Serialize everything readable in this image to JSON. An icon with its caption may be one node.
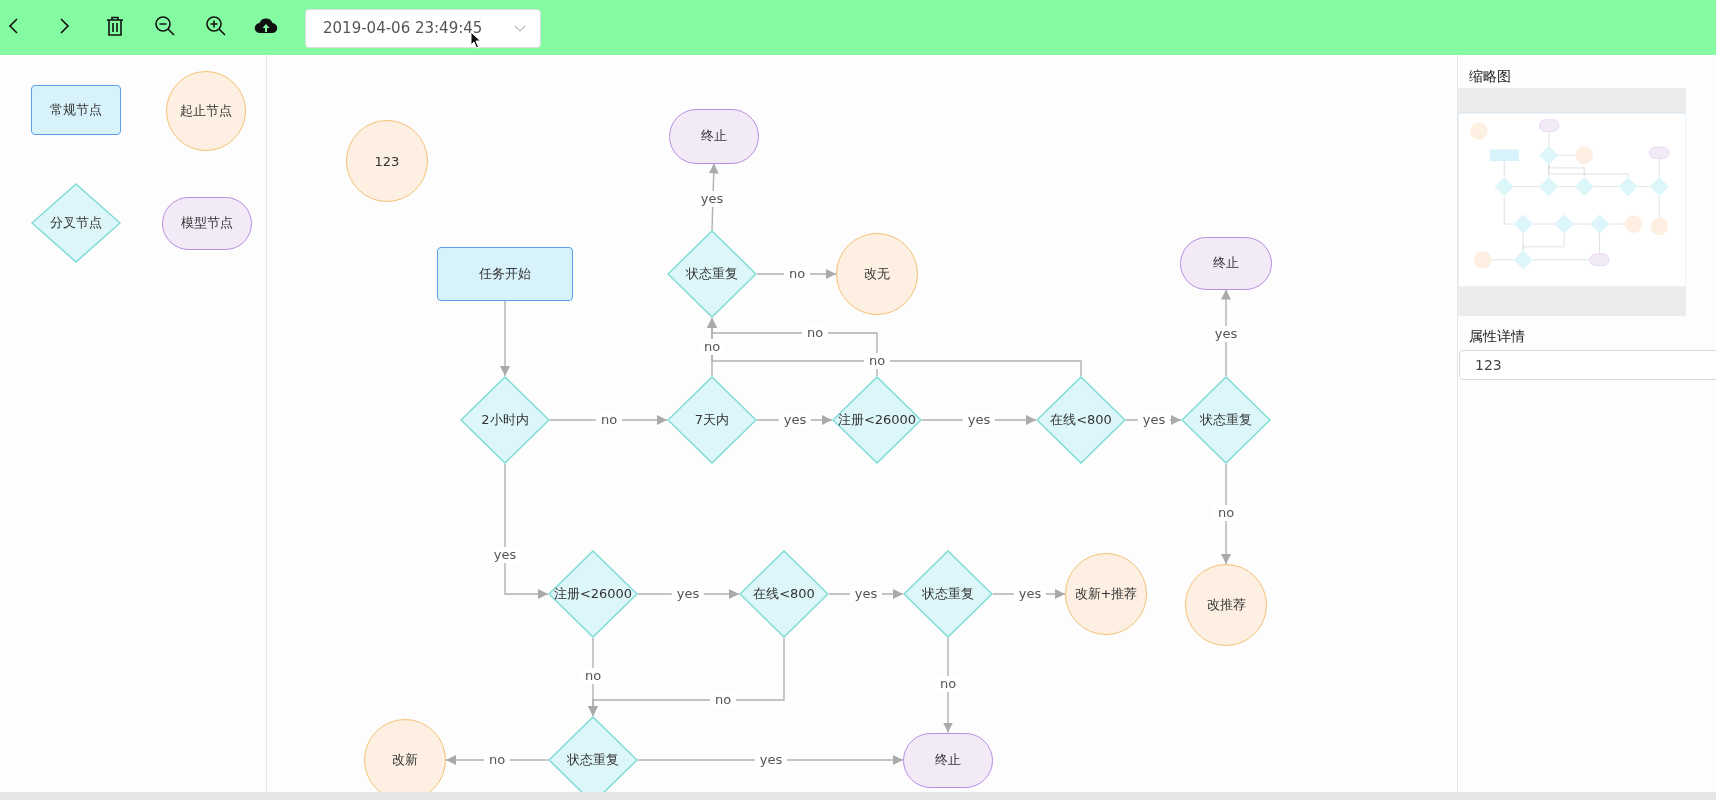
{
  "diagram": {
    "nodes": [
      {
        "text": [
          "常规节点"
        ]
      },
      {
        "text": [
          "起止节点"
        ]
      },
      {
        "text": [
          "分叉节点"
        ]
      },
      {
        "text": [
          "模型节点"
        ]
      },
      {
        "text": [
          "123"
        ]
      },
      {
        "text": [
          "终止"
        ]
      },
      {
        "text": [
          "状态重复"
        ]
      },
      {
        "text": [
          "改无"
        ]
      },
      {
        "text": [
          "任务开始"
        ]
      },
      {
        "text": [
          "终止"
        ]
      },
      {
        "text": [
          "2小时内"
        ]
      },
      {
        "text": [
          "7天内"
        ]
      },
      {
        "text": [
          "注册<26000"
        ]
      },
      {
        "text": [
          "在线<800"
        ]
      },
      {
        "text": [
          "状态重复"
        ]
      },
      {
        "text": [
          "注册<26000"
        ]
      },
      {
        "text": [
          "在线<800"
        ]
      },
      {
        "text": [
          "状态重复"
        ]
      },
      {
        "text": [
          "改新+推荐"
        ]
      },
      {
        "text": [
          "改推荐"
        ]
      },
      {
        "text": [
          "改新"
        ]
      },
      {
        "text": [
          "状态重复"
        ]
      },
      {
        "text": [
          "终止"
        ]
      }
    ],
    "edges": [
      {
        "from": 8,
        "to": 10,
        "arrow": "to"
      },
      {
        "from": 10,
        "to": 11,
        "arrow": "to",
        "label": "no"
      },
      {
        "from": 10,
        "to": 15,
        "arrow": "to",
        "label": "yes"
      },
      {
        "from": 11,
        "to": 12,
        "arrow": "to",
        "label": "yes"
      },
      {
        "from": 12,
        "to": 13,
        "arrow": "to",
        "label": "yes"
      },
      {
        "from": 13,
        "to": 14,
        "arrow": "to",
        "label": "yes"
      },
      {
        "from": 11,
        "to": 6,
        "arrow": "to",
        "label": "no"
      },
      {
        "from": 12,
        "to": 6,
        "arrow": "to",
        "label": "no"
      },
      {
        "from": 13,
        "to": 6,
        "arrow": "to",
        "label": "no"
      },
      {
        "from": 6,
        "to": 5,
        "arrow": "to",
        "label": "yes"
      },
      {
        "from": 6,
        "to": 7,
        "arrow": "to",
        "label": "no"
      },
      {
        "from": 14,
        "to": 9,
        "arrow": "to",
        "label": "yes"
      },
      {
        "from": 14,
        "to": 19,
        "arrow": "to",
        "label": "no"
      },
      {
        "from": 15,
        "to": 16,
        "arrow": "to",
        "label": "yes"
      },
      {
        "from": 16,
        "to": 17,
        "arrow": "to",
        "label": "yes"
      },
      {
        "from": 17,
        "to": 18,
        "arrow": "to",
        "label": "yes"
      },
      {
        "from": 17,
        "to": 22,
        "arrow": "to",
        "label": "no"
      },
      {
        "from": 15,
        "to": 21,
        "arrow": "to",
        "label": "no"
      },
      {
        "from": 16,
        "to": 21,
        "arrow": "to",
        "label": "no"
      },
      {
        "from": 21,
        "to": 20,
        "arrow": "to",
        "label": "no"
      },
      {
        "from": 21,
        "to": 22,
        "arrow": "to",
        "label": "yes"
      }
    ],
    "labels": [
      "2019-04-06 23:49:45",
      "缩略图",
      "属性详情",
      "123"
    ]
  }
}
